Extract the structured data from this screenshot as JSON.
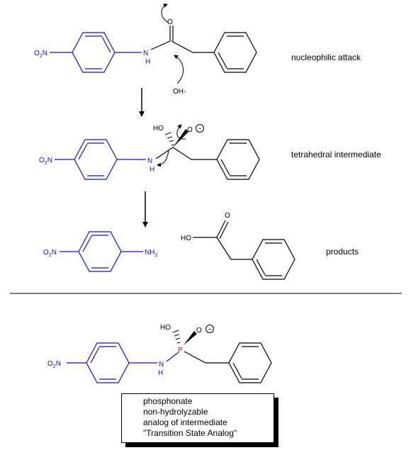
{
  "steps": {
    "attack": "nucleophilic attack",
    "tetrahedral": "tetrahedral intermediate",
    "products": "products"
  },
  "atoms": {
    "o2n_group": "O",
    "o2n_sub": "2",
    "o2n_n": "N",
    "nh_n": "N",
    "nh_h": "H",
    "carbonyl_o": "O",
    "hydroxide": "OH-",
    "ho": "HO",
    "oxygen": "O",
    "minus": "−",
    "amine_nh": "NH",
    "amine_sub": "2",
    "phosphorus": "P"
  },
  "note": {
    "lines": [
      "phosphonate",
      "non-hydrolyzable",
      "analog of intermediate",
      "\"Transition State Analog\""
    ]
  },
  "colors": {
    "nitroaniline": "#1010c8",
    "phosphorus": "#e00000",
    "bonds": "#000000"
  }
}
